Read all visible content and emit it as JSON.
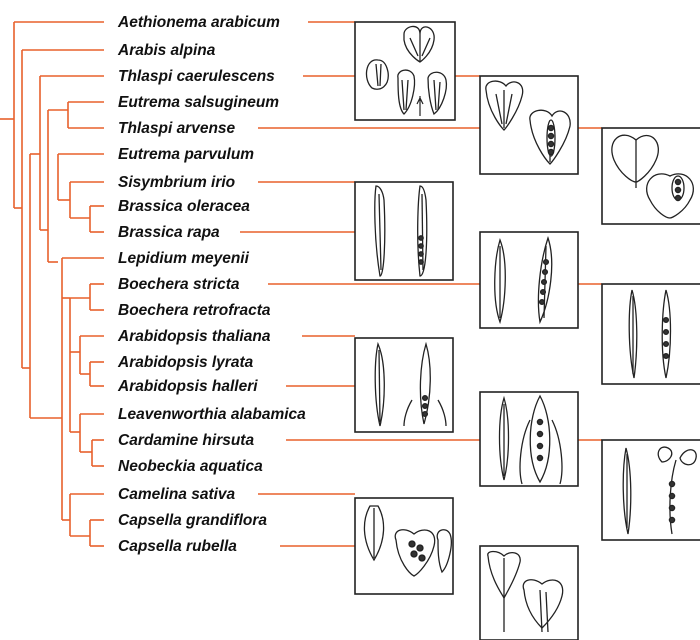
{
  "colors": {
    "tree_line": "#e8602c",
    "box_border": "#222222",
    "label_text": "#111111",
    "background": "#ffffff"
  },
  "species": [
    "Aethionema arabicum",
    "Arabis alpina",
    "Thlaspi caerulescens",
    "Eutrema salsugineum",
    "Thlaspi arvense",
    "Eutrema parvulum",
    "Sisymbrium irio",
    "Brassica oleracea",
    "Brassica rapa",
    "Lepidium meyenii",
    "Boechera stricta",
    "Boechera retrofracta",
    "Arabidopsis thaliana",
    "Arabidopsis lyrata",
    "Arabidopsis halleri",
    "Leavenworthia alabamica",
    "Cardamine hirsuta",
    "Neobeckia aquatica",
    "Camelina sativa",
    "Capsella grandiflora",
    "Capsella rubella"
  ],
  "fruit_illustrations": [
    {
      "name": "aethionema-fruit-sketch",
      "shape": "winged-silicle"
    },
    {
      "name": "thlaspi-caerulescens-fruit-sketch",
      "shape": "heart-silicle"
    },
    {
      "name": "thlaspi-arvense-fruit-sketch",
      "shape": "round-silicle"
    },
    {
      "name": "brassica-fruit-sketch",
      "shape": "silique"
    },
    {
      "name": "boechera-fruit-sketch",
      "shape": "silique"
    },
    {
      "name": "boechera-retro-fruit-sketch",
      "shape": "silique"
    },
    {
      "name": "arabidopsis-fruit-sketch",
      "shape": "silique"
    },
    {
      "name": "cardamine-fruit-sketch",
      "shape": "silique"
    },
    {
      "name": "cardamine-explosive-fruit-sketch",
      "shape": "coiled-silique"
    },
    {
      "name": "capsella-rubella-fruit-sketch",
      "shape": "triangular-silicle"
    },
    {
      "name": "capsella-grandiflora-fruit-sketch",
      "shape": "triangular-silicle"
    }
  ]
}
